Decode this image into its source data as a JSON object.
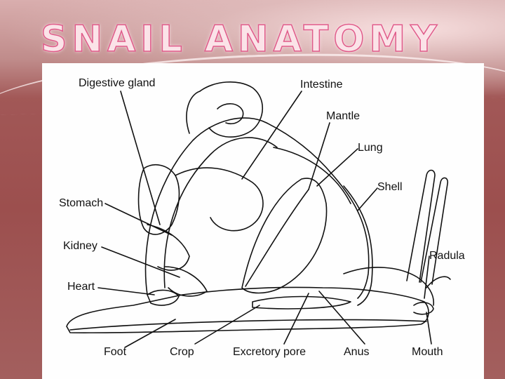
{
  "title": "SNAIL ANATOMY",
  "labels": {
    "digestive_gland": "Digestive gland",
    "intestine": "Intestine",
    "mantle": "Mantle",
    "lung": "Lung",
    "shell": "Shell",
    "stomach": "Stomach",
    "kidney": "Kidney",
    "radula": "Radula",
    "heart": "Heart",
    "foot": "Foot",
    "crop": "Crop",
    "excretory_pore": "Excretory pore",
    "anus": "Anus",
    "mouth": "Mouth"
  },
  "colors": {
    "background": "#a35a59",
    "title_outline": "#e05b8a",
    "title_fill": "#fbe3e8",
    "panel": "#fefefe",
    "ink": "#111111"
  }
}
